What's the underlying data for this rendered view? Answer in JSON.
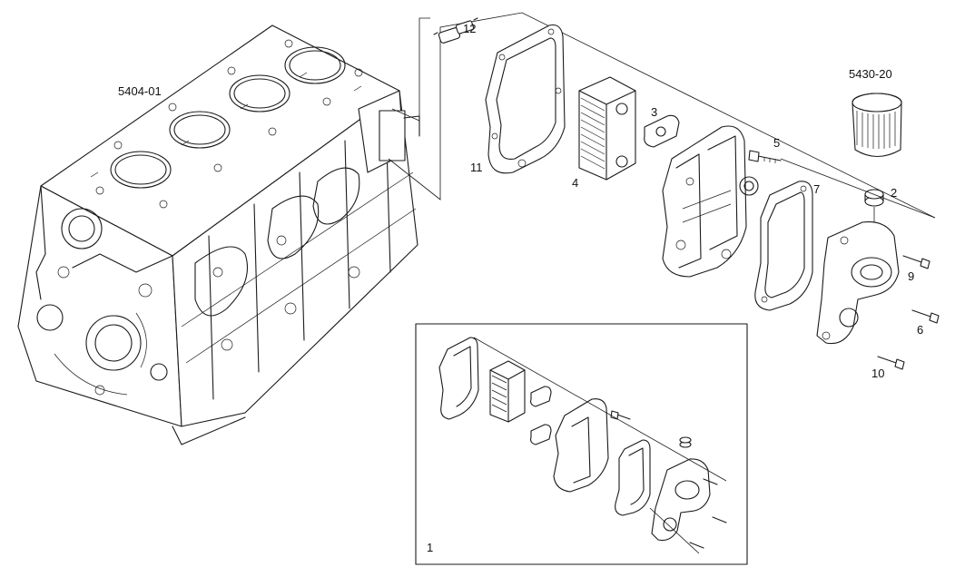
{
  "labels": {
    "block": "5404-01",
    "filter": "5430-20",
    "p1": "1",
    "p2": "2",
    "p3": "3",
    "p4": "4",
    "p5": "5",
    "p6": "6",
    "p7": "7",
    "p9": "9",
    "p10": "10",
    "p11": "11",
    "p12": "12"
  }
}
